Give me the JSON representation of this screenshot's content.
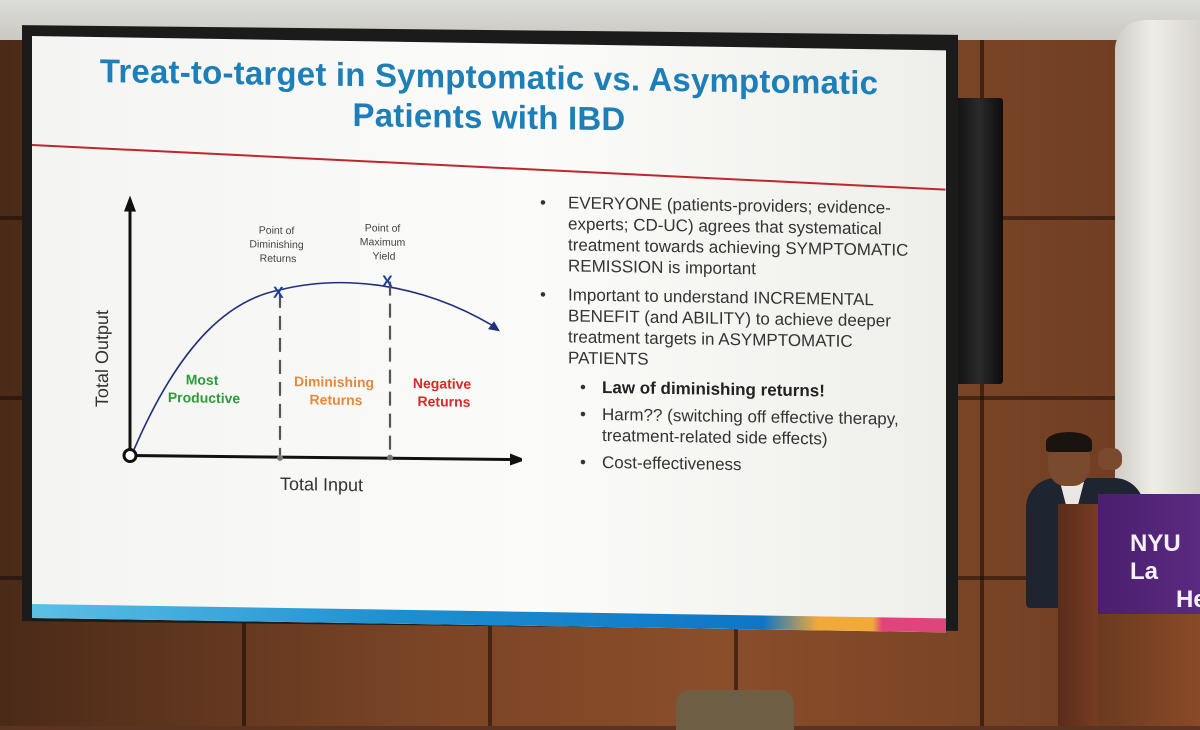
{
  "slide": {
    "title_line1": "Treat-to-target in Symptomatic vs.  Asymptomatic",
    "title_line2": "Patients with IBD",
    "chart": {
      "y_label": "Total Output",
      "x_label": "Total Input",
      "point1_line1": "Point of",
      "point1_line2": "Diminishing",
      "point1_line3": "Returns",
      "point2_line1": "Point of",
      "point2_line2": "Maximum",
      "point2_line3": "Yield",
      "marker": "X",
      "region1_line1": "Most",
      "region1_line2": "Productive",
      "region2_line1": "Diminishing",
      "region2_line2": "Returns",
      "region3_line1": "Negative",
      "region3_line2": "Returns",
      "colors": {
        "productive": "#2e9a3a",
        "diminishing": "#e8893a",
        "negative": "#d42a2a",
        "curve": "#1f2f7a"
      }
    },
    "bullets": {
      "b1": "EVERYONE (patients-providers; evidence-experts; CD-UC) agrees that systematical treatment towards achieving SYMPTOMATIC REMISSION is important",
      "b2": "Important to understand INCREMENTAL BENEFIT (and ABILITY) to achieve deeper treatment targets in ASYMPTOMATIC PATIENTS",
      "s1": "Law of diminishing returns!",
      "s2": "Harm?? (switching off effective therapy, treatment-related side effects)",
      "s3": "Cost-effectiveness",
      "bullet_glyph": "•"
    }
  },
  "podium": {
    "logo_line1": "NYU La",
    "logo_line2": "He"
  },
  "colors": {
    "title": "#1e7fb8",
    "rule": "#c0272d",
    "podium": "#4b1e6e"
  }
}
